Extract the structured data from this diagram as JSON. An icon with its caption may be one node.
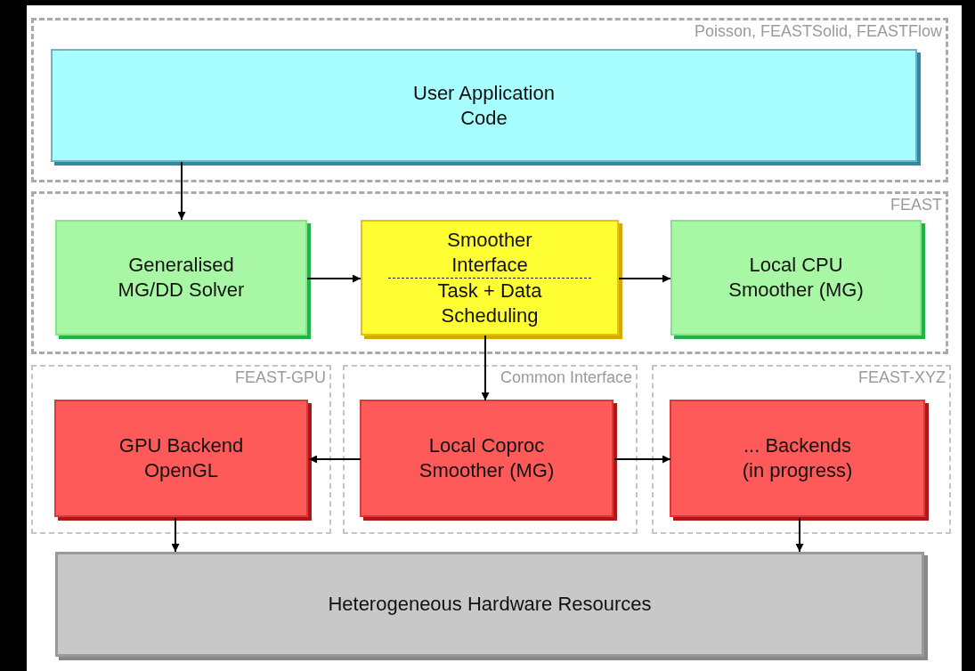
{
  "diagram": {
    "nodes": [
      {
        "text": [
          "Poisson, FEASTSolid, FEASTFlow"
        ]
      },
      {
        "text": [
          "User Application Code"
        ],
        "in": 0
      },
      {
        "text": [
          "FEAST"
        ]
      },
      {
        "text": [
          "Generalised MG/DD Solver"
        ],
        "in": 2
      },
      {
        "text": [
          "Smoother Interface",
          "Task + Data Scheduling"
        ],
        "in": 2
      },
      {
        "text": [
          "Local CPU Smoother (MG)"
        ],
        "in": 2
      },
      {
        "text": [
          "FEAST-GPU"
        ]
      },
      {
        "text": [
          "GPU Backend OpenGL"
        ],
        "in": 6
      },
      {
        "text": [
          "Common Interface"
        ]
      },
      {
        "text": [
          "Local Coproc Smoother (MG)"
        ],
        "in": 8
      },
      {
        "text": [
          "FEAST-XYZ"
        ]
      },
      {
        "text": [
          "... Backends (in progress)"
        ],
        "in": 10
      },
      {
        "text": [
          "Heterogeneous Hardware Resources"
        ]
      }
    ],
    "edges": [
      {
        "from": 1,
        "to": 3,
        "arrow": "to"
      },
      {
        "from": 3,
        "to": 4,
        "arrow": "to"
      },
      {
        "from": 4,
        "to": 5,
        "arrow": "to"
      },
      {
        "from": 4,
        "to": 9,
        "arrow": "to"
      },
      {
        "from": 9,
        "to": 7,
        "arrow": "to"
      },
      {
        "from": 9,
        "to": 11,
        "arrow": "to"
      },
      {
        "from": 7,
        "to": 12,
        "arrow": "to"
      },
      {
        "from": 11,
        "to": 12,
        "arrow": "to"
      }
    ]
  }
}
